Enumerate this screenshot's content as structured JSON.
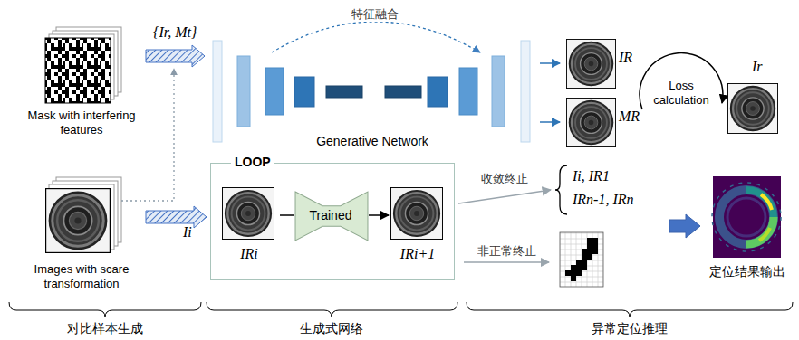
{
  "diagram": {
    "nodes": [
      {
        "text": [
          "Mask with interfering features"
        ]
      },
      {
        "text": [
          "Images with scare transformation"
        ]
      },
      {
        "text": [
          "Generative Network"
        ]
      },
      {
        "text": [
          "IR"
        ]
      },
      {
        "text": [
          "MR"
        ]
      },
      {
        "text": [
          "Ir"
        ]
      },
      {
        "text": [
          "LOOP"
        ]
      },
      {
        "text": [
          "IRi"
        ],
        "in": 6
      },
      {
        "text": [
          "Trained"
        ],
        "in": 6
      },
      {
        "text": [
          "IRi+1"
        ],
        "in": 6
      },
      {
        "text": [
          "Ii, IR1",
          "IRn-1, IRn"
        ]
      },
      {
        "text": [
          "定位结果输出"
        ]
      }
    ],
    "edges": [
      {
        "from": 0,
        "to": 2,
        "arrow": "to",
        "label": "{Ir, Mt}"
      },
      {
        "from": 1,
        "to": 6,
        "arrow": "to",
        "label": "Ii"
      },
      {
        "from": 2,
        "to": 3,
        "arrow": "to"
      },
      {
        "from": 2,
        "to": 4,
        "arrow": "to"
      },
      {
        "from": 7,
        "to": 8,
        "arrow": "none"
      },
      {
        "from": 8,
        "to": 9,
        "arrow": "to"
      },
      {
        "from": 6,
        "to": 10,
        "arrow": "to",
        "label": "收敛终止"
      },
      {
        "from": 10,
        "to": 11,
        "arrow": "to"
      }
    ],
    "labels": [
      "特征融合",
      "Loss calculation",
      "非正常终止",
      "对比样本生成",
      "生成式网络",
      "异常定位推理"
    ]
  }
}
